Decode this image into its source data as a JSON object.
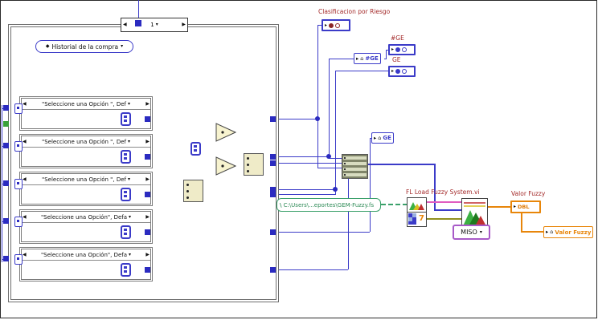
{
  "glyphs": {
    "left": "◀",
    "right": "▶",
    "small_down": "▾",
    "play": "▸",
    "house": "⌂",
    "diamond": "◆",
    "backslash": "\\"
  },
  "outer_structure": {
    "selector_label": "1",
    "combo_label": "Historial de la compra"
  },
  "frames": [
    {
      "label": "\"Seleccione una Opción \", Def"
    },
    {
      "label": "\"Seleccione una Opción \", Def"
    },
    {
      "label": "\"Seleccione una Opción \", Def"
    },
    {
      "label": "\"Seleccione una Opción\", Defa"
    },
    {
      "label": "\"Seleccione una Opción\", Defa"
    }
  ],
  "labels": {
    "clasificacion": "Clasificacion por Riesgo",
    "ge_count": "#GE",
    "ge": "GE",
    "vi": "FL Load Fuzzy System.vi",
    "valor": "Valor Fuzzy"
  },
  "locals": {
    "ge_count": "#GE",
    "ge": "GE",
    "valor": "Valor Fuzzy"
  },
  "fuzzy": {
    "path": "C:\\Users\\...eportes\\GEM-Fuzzy.fs",
    "miso": "MISO",
    "valor_type": "DBL",
    "error_digit": "7"
  }
}
